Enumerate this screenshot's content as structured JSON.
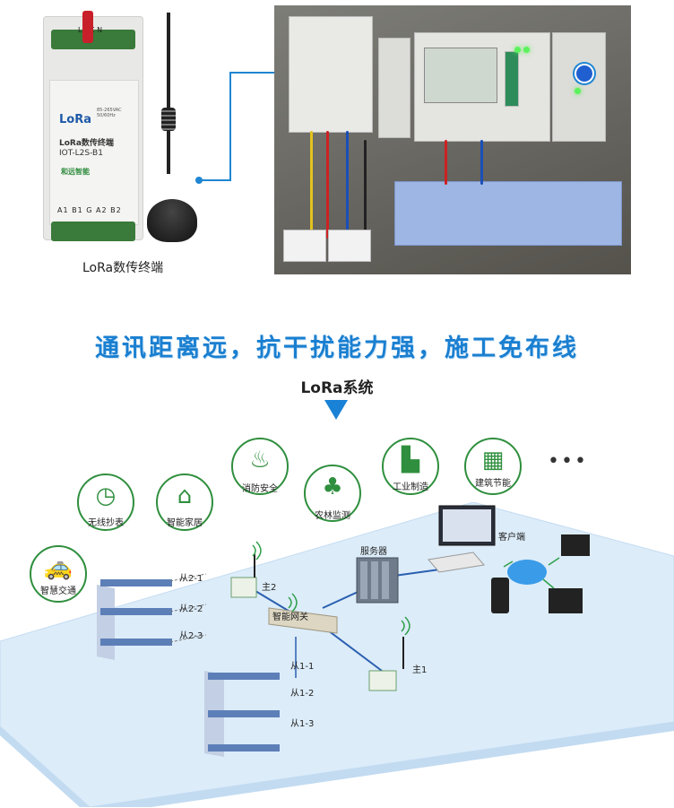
{
  "device": {
    "terminals_top": "L NC N",
    "logo": "LoRa",
    "name": "LoRa数传终端",
    "model": "IOT-L2S-B1",
    "spec": "85-265VAC 50/60Hz",
    "brand": "和远智能",
    "pins": "A1 B1 G A2 B2",
    "caption": "LoRa数传终端"
  },
  "headline": "通讯距离远，抗干扰能力强，施工免布线",
  "subtitle": "LoRa系统",
  "applications": [
    {
      "label": "智慧交通",
      "icon": "car-icon"
    },
    {
      "label": "无线抄表",
      "icon": "meter-icon"
    },
    {
      "label": "智能家居",
      "icon": "home-icon"
    },
    {
      "label": "消防安全",
      "icon": "extinguisher-icon"
    },
    {
      "label": "农林监测",
      "icon": "tree-icon"
    },
    {
      "label": "工业制造",
      "icon": "factory-icon"
    },
    {
      "label": "建筑节能",
      "icon": "building-icon"
    }
  ],
  "more": "•••",
  "network": {
    "gateway": "智能网关",
    "server": "服务器",
    "client": "客户端",
    "master2": "主2",
    "master1": "主1",
    "slaves_group2": [
      "从2-1",
      "从2-2",
      "从2-3"
    ],
    "slaves_group1": [
      "从1-1",
      "从1-2",
      "从1-3"
    ]
  },
  "colors": {
    "accent_blue": "#1a7fd0",
    "icon_green": "#2f8f3e",
    "platform": "#dcecf9"
  }
}
